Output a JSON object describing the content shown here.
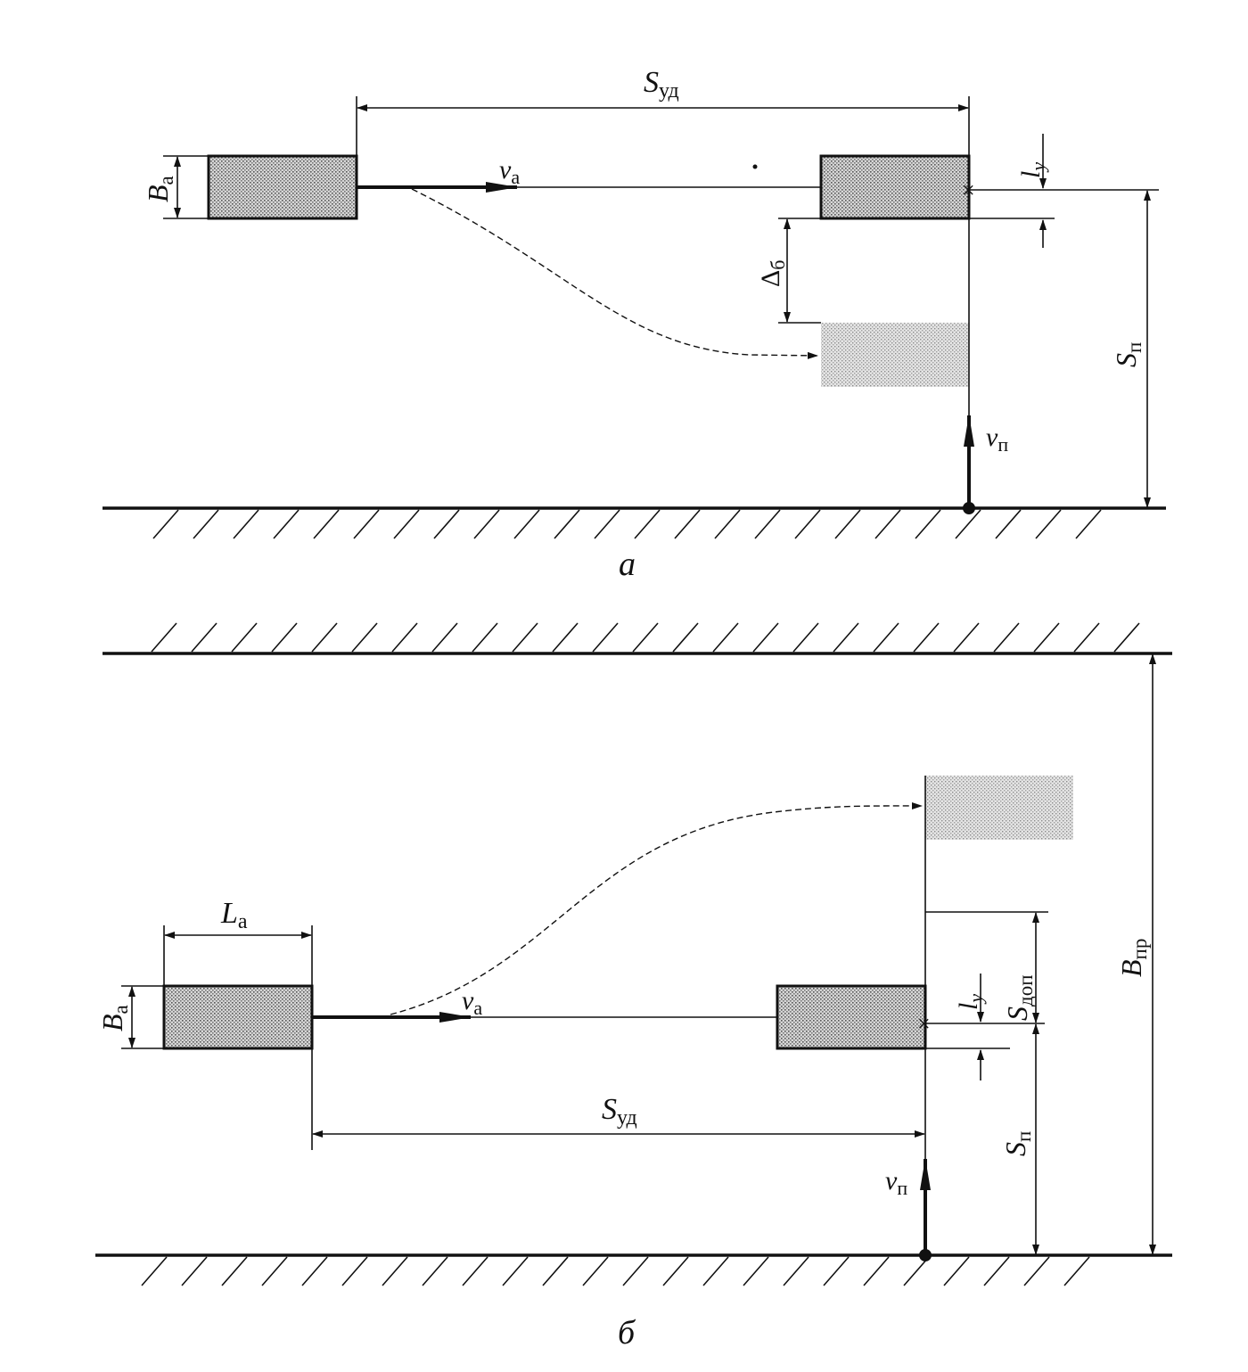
{
  "panel_a": {
    "caption": "а",
    "S_ud": {
      "main": "S",
      "sub": "уд"
    },
    "B_a": {
      "main": "B",
      "sub": "а"
    },
    "v_a": {
      "main": "v",
      "sub": "а"
    },
    "l_y": {
      "main": "l",
      "sub": "y"
    },
    "delta_b": {
      "main": "Δ",
      "sub": "б"
    },
    "S_p": {
      "main": "S",
      "sub": "п"
    },
    "v_p": {
      "main": "v",
      "sub": "п"
    }
  },
  "panel_b": {
    "caption": "б",
    "L_a": {
      "main": "L",
      "sub": "а"
    },
    "B_a": {
      "main": "B",
      "sub": "а"
    },
    "v_a": {
      "main": "v",
      "sub": "а"
    },
    "l_y": {
      "main": "l",
      "sub": "y"
    },
    "S_dop": {
      "main": "S",
      "sub": "доп"
    },
    "B_pr": {
      "main": "B",
      "sub": "пр"
    },
    "S_ud": {
      "main": "S",
      "sub": "уд"
    },
    "S_p": {
      "main": "S",
      "sub": "п"
    },
    "v_p": {
      "main": "v",
      "sub": "п"
    }
  }
}
